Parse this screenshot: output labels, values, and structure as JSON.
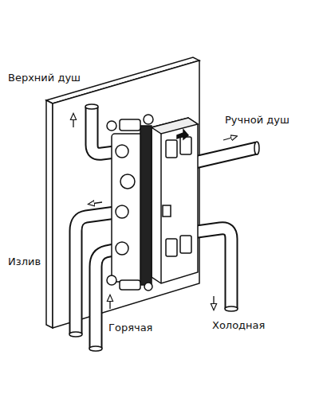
{
  "diagram": {
    "labels": [
      "Верхний душ",
      "Ручной душ",
      "Излив",
      "Горячая",
      "Холодная"
    ]
  }
}
